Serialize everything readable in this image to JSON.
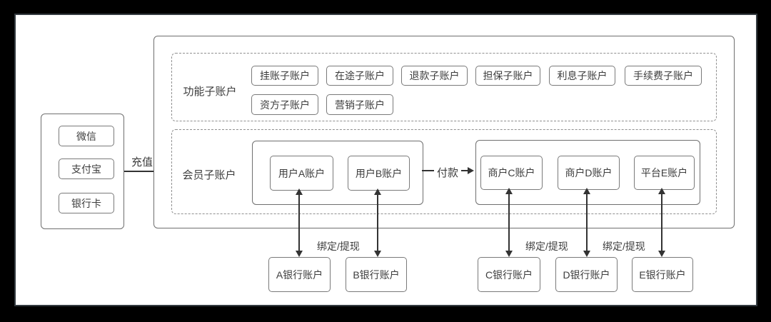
{
  "colors": {
    "background": "#000000",
    "canvas": "#ffffff",
    "box_border": "#7a7a7a",
    "dashed_border": "#8f8f8f",
    "text": "#3d3d3d",
    "arrow": "#333333"
  },
  "payment_channels": {
    "items": [
      "微信",
      "支付宝",
      "银行卡"
    ]
  },
  "flow_labels": {
    "recharge": "充值",
    "payment": "付款",
    "bind_withdraw_1": "绑定/提现",
    "bind_withdraw_2": "绑定/提现",
    "bind_withdraw_3": "绑定/提现"
  },
  "function_section": {
    "title": "功能子账户",
    "row1": [
      "挂账子账户",
      "在途子账户",
      "退款子账户",
      "担保子账户",
      "利息子账户",
      "手续费子账户"
    ],
    "row2": [
      "资方子账户",
      "营销子账户"
    ]
  },
  "member_section": {
    "title": "会员子账户",
    "user_accounts": [
      "用户A账户",
      "用户B账户"
    ],
    "merchant_accounts": [
      "商户C账户",
      "商户D账户",
      "平台E账户"
    ]
  },
  "bank_accounts": [
    "A银行账户",
    "B银行账户",
    "C银行账户",
    "D银行账户",
    "E银行账户"
  ]
}
